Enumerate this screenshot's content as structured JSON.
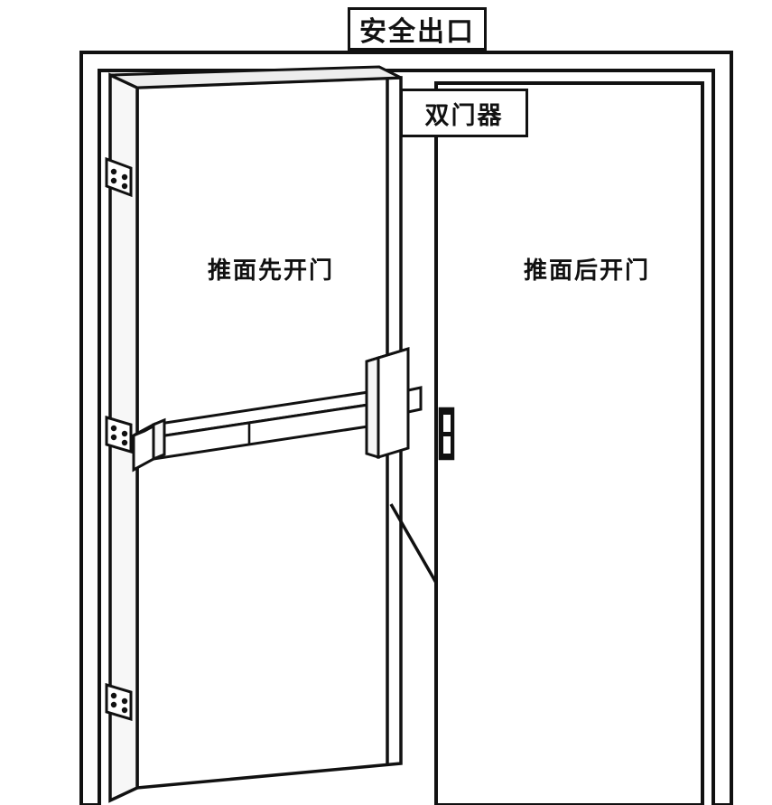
{
  "title": {
    "text": "安全出口"
  },
  "labels": {
    "coordinator": "双门器",
    "left_door": "推面先开门",
    "right_door": "推面后开门"
  },
  "colors": {
    "line": "#111111",
    "fill": "#ffffff",
    "panel_shade": "#f7f7f7",
    "edge_shade": "#ededed"
  },
  "diagram": {
    "type": "line-drawing",
    "subject": "double-leaf emergency exit door with panic push bar and door coordinator",
    "parts": [
      "door-frame",
      "left-door-panel",
      "right-door-panel",
      "hinge-top",
      "hinge-middle",
      "hinge-bottom",
      "panic-push-bar",
      "push-bar-end-cap",
      "lock-housing",
      "latch-bolt",
      "strike-plate",
      "door-coordinator-callout"
    ],
    "hinge_count": 3
  }
}
